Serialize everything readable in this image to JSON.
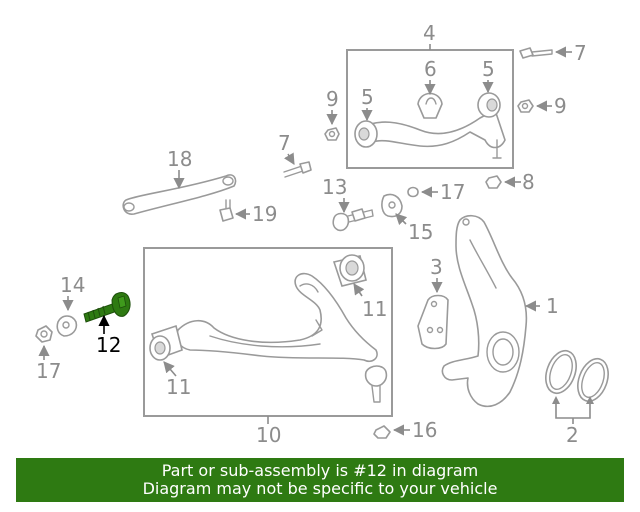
{
  "callouts": {
    "c1": "1",
    "c2": "2",
    "c3": "3",
    "c4": "4",
    "c5a": "5",
    "c5b": "5",
    "c6": "6",
    "c7a": "7",
    "c7b": "7",
    "c8": "8",
    "c9a": "9",
    "c9b": "9",
    "c10": "10",
    "c11a": "11",
    "c11b": "11",
    "c12": "12",
    "c13": "13",
    "c14": "14",
    "c15": "15",
    "c16": "16",
    "c17a": "17",
    "c17b": "17",
    "c18": "18",
    "c19": "19"
  },
  "highlight_color": "#2e7a12",
  "banner": {
    "line1": "Part or sub-assembly is #12 in diagram",
    "line2": "Diagram may not be specific to your vehicle",
    "color": "#2e7a12"
  }
}
